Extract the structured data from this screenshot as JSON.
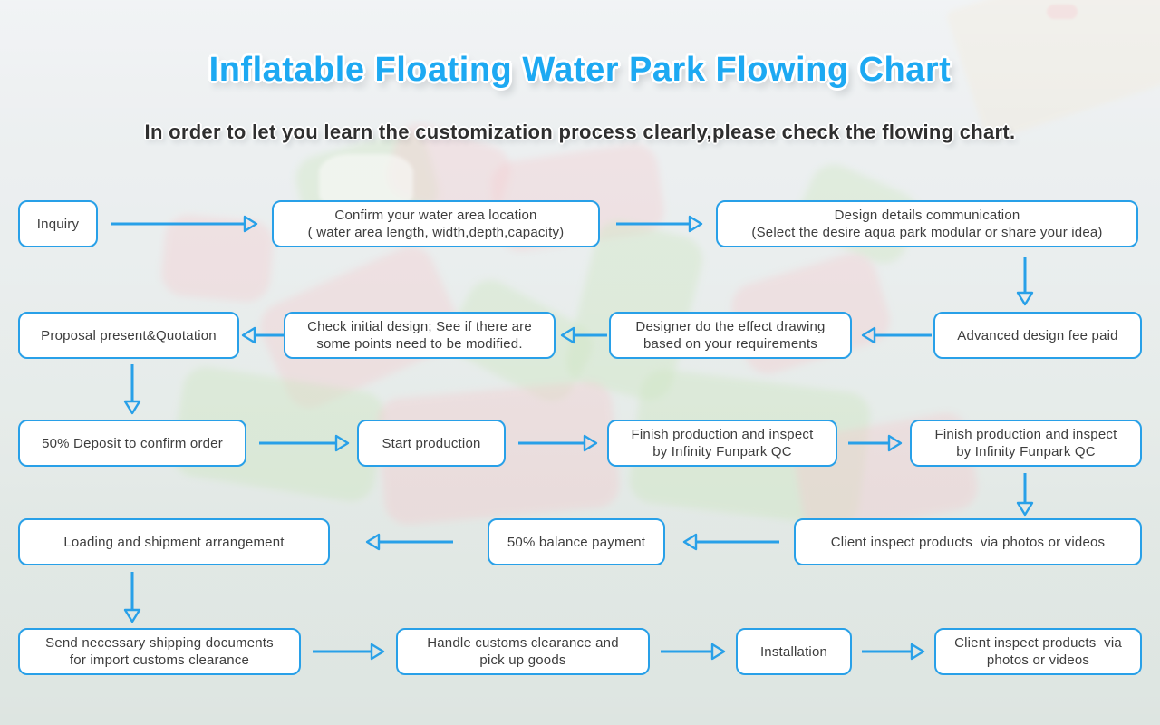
{
  "page": {
    "title": "Inflatable Floating Water Park Flowing Chart",
    "subtitle": "In order to let you learn the customization process clearly,please check the flowing chart."
  },
  "colors": {
    "accent_blue": "#28a0e8",
    "title_blue": "#1da9f2",
    "box_text": "#3d3d3d",
    "box_background": "#ffffff"
  },
  "flow": {
    "steps": [
      {
        "name": "inquiry",
        "lines": [
          "Inquiry"
        ]
      },
      {
        "name": "confirm-water-area",
        "lines": [
          "Confirm your water area location",
          "( water area length, width,depth,capacity)"
        ]
      },
      {
        "name": "design-details-communication",
        "lines": [
          "Design details communication",
          "(Select the desire aqua park modular or share your idea)"
        ]
      },
      {
        "name": "advanced-design-fee-paid",
        "lines": [
          "Advanced design fee paid"
        ]
      },
      {
        "name": "designer-effect-drawing",
        "lines": [
          "Designer do the effect drawing",
          "based on your requirements"
        ]
      },
      {
        "name": "check-initial-design",
        "lines": [
          "Check initial design; See if there are",
          "some points need to be modified."
        ]
      },
      {
        "name": "proposal-present-quotation",
        "lines": [
          "Proposal present&Quotation"
        ]
      },
      {
        "name": "deposit-to-confirm-order",
        "lines": [
          "50% Deposit to confirm order"
        ]
      },
      {
        "name": "start-production",
        "lines": [
          "Start production"
        ]
      },
      {
        "name": "finish-production-qc-1",
        "lines": [
          "Finish production and inspect",
          "by Infinity Funpark QC"
        ]
      },
      {
        "name": "finish-production-qc-2",
        "lines": [
          "Finish production and inspect",
          "by Infinity Funpark QC"
        ]
      },
      {
        "name": "client-inspect-photos-videos",
        "lines": [
          "Client inspect products  via photos or videos"
        ]
      },
      {
        "name": "balance-payment",
        "lines": [
          "50% balance payment"
        ]
      },
      {
        "name": "loading-shipment-arrangement",
        "lines": [
          "Loading and shipment arrangement"
        ]
      },
      {
        "name": "send-shipping-documents",
        "lines": [
          "Send necessary shipping documents",
          "for import customs clearance"
        ]
      },
      {
        "name": "handle-customs-clearance",
        "lines": [
          "Handle customs clearance and",
          "pick up goods"
        ]
      },
      {
        "name": "installation",
        "lines": [
          "Installation"
        ]
      },
      {
        "name": "client-inspect-final",
        "lines": [
          "Client inspect products  via",
          "photos or videos"
        ]
      }
    ]
  }
}
